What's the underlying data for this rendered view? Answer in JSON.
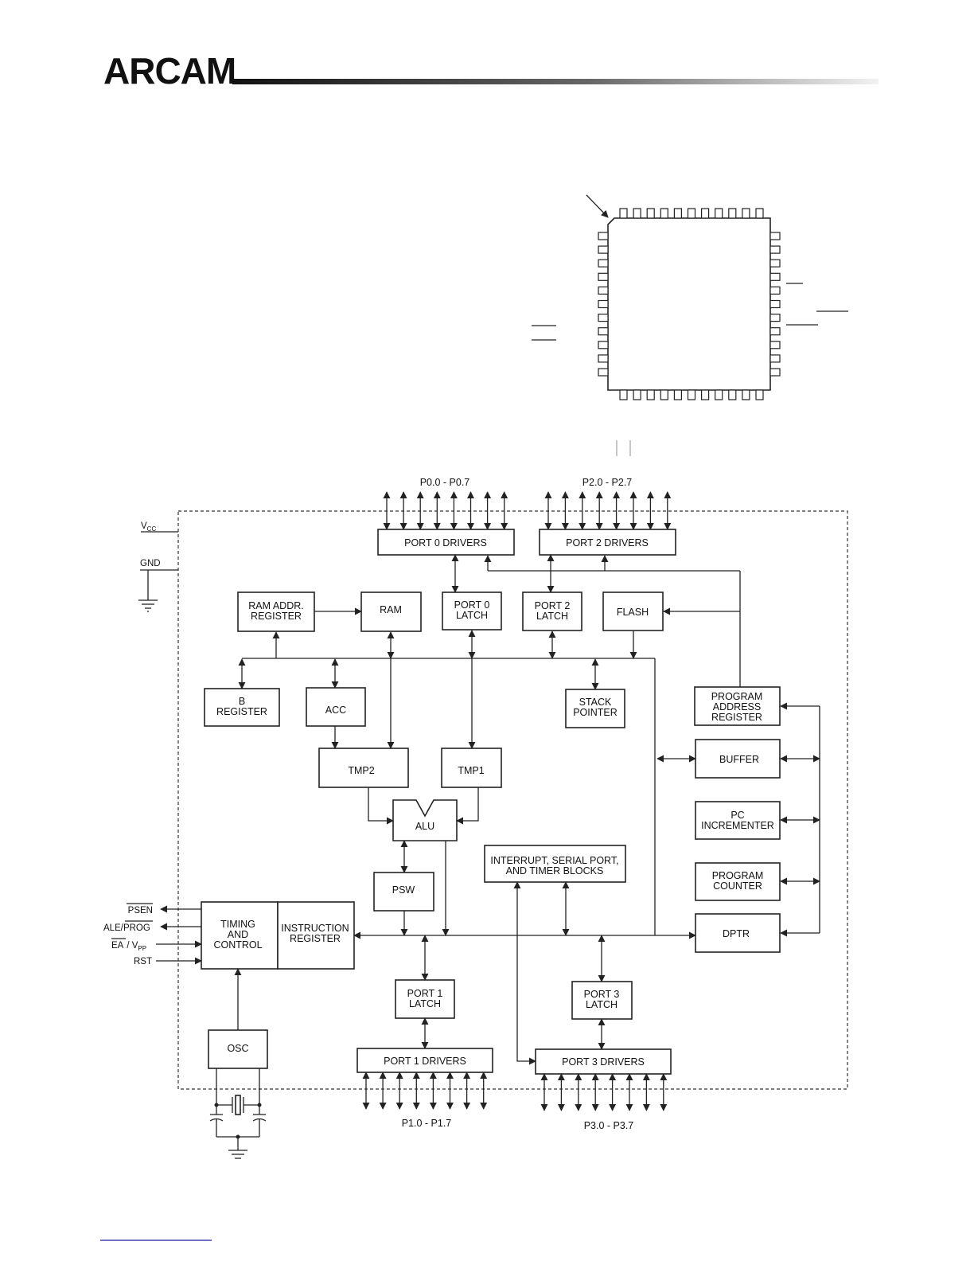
{
  "header": {
    "logo_text": "ARCAM"
  },
  "colors": {
    "ink": "#222222",
    "header_rule_start": "#111111",
    "header_rule_end": "#f2f2f2",
    "footer_link": "#1a1aa8"
  },
  "package": {
    "pins_per_side": 11
  },
  "block_diagram": {
    "port_labels": {
      "p0": "P0.0  -  P0.7",
      "p2": "P2.0  -  P2.7",
      "p1": "P1.0  -  P1.7",
      "p3": "P3.0  -  P3.7"
    },
    "power": {
      "vcc": "V",
      "vcc_sub": "CC",
      "gnd": "GND"
    },
    "signals": {
      "psen": "PSEN",
      "ale": "ALE/",
      "prog": "PROG",
      "ea": "EA",
      "vpp_sep": "/ V",
      "vpp_sub": "PP",
      "rst": "RST"
    },
    "blocks": {
      "port0_drivers": "PORT  0  DRIVERS",
      "port2_drivers": "PORT  2  DRIVERS",
      "ram_addr_register": [
        "RAM  ADDR.",
        "REGISTER"
      ],
      "ram": "RAM",
      "port0_latch": [
        "PORT  0",
        "LATCH"
      ],
      "port2_latch": [
        "PORT  2",
        "LATCH"
      ],
      "flash": "FLASH",
      "b_register": [
        "B",
        "REGISTER"
      ],
      "acc": "ACC",
      "stack_pointer": [
        "STACK",
        "POINTER"
      ],
      "program_address_register": [
        "PROGRAM",
        "ADDRESS",
        "REGISTER"
      ],
      "buffer": "BUFFER",
      "tmp2": "TMP2",
      "tmp1": "TMP1",
      "alu": "ALU",
      "pc_incrementer": [
        "PC",
        "INCREMENTER"
      ],
      "interrupt_blocks": [
        "INTERRUPT,  SERIAL  PORT,",
        "AND  TIMER  BLOCKS"
      ],
      "program_counter": [
        "PROGRAM",
        "COUNTER"
      ],
      "psw": "PSW",
      "timing_control": [
        "TIMING",
        "AND",
        "CONTROL"
      ],
      "instruction_register": [
        "INSTRUCTION",
        "REGISTER"
      ],
      "dptr": "DPTR",
      "port1_latch": [
        "PORT  1",
        "LATCH"
      ],
      "port3_latch": [
        "PORT  3",
        "LATCH"
      ],
      "osc": "OSC",
      "port1_drivers": "PORT  1  DRIVERS",
      "port3_drivers": "PORT  3  DRIVERS"
    }
  }
}
